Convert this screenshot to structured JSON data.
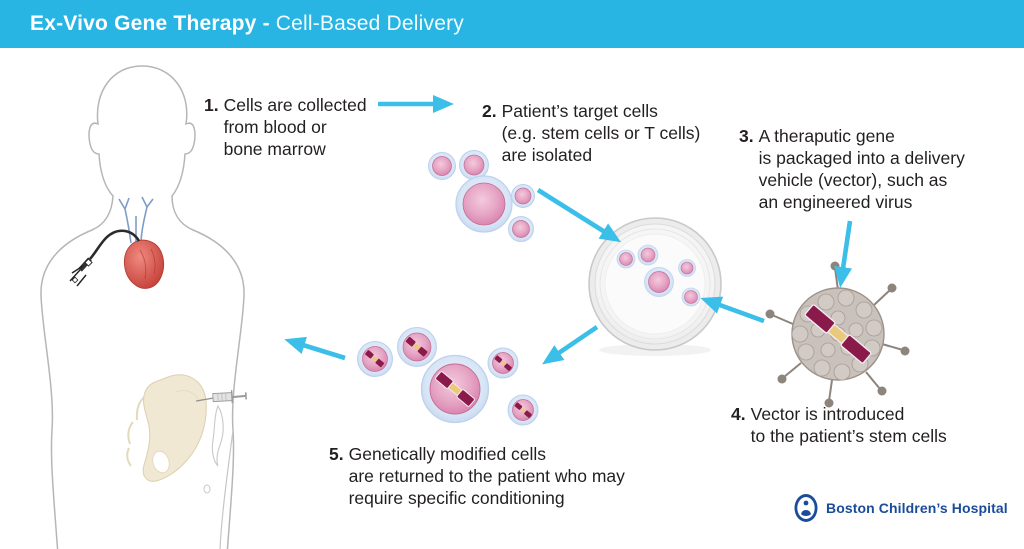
{
  "header": {
    "title_bold": "Ex-Vivo Gene Therapy -",
    "title_light": "Cell-Based Delivery"
  },
  "steps": [
    {
      "number": "1.",
      "text": "Cells are collected\nfrom blood or\nbone marrow"
    },
    {
      "number": "2.",
      "text": "Patient’s target cells\n(e.g. stem cells or T cells)\nare isolated"
    },
    {
      "number": "3.",
      "text": "A theraputic gene\nis packaged into a delivery\nvehicle (vector), such as\nan engineered virus"
    },
    {
      "number": "4.",
      "text": "Vector is introduced\nto the patient’s stem cells"
    },
    {
      "number": "5.",
      "text": "Genetically modified cells\nare returned to the patient who may\nrequire specific conditioning"
    }
  ],
  "footer": {
    "logo_text": "Boston Children’s Hospital"
  },
  "colors": {
    "header_bg": "#29b5e3",
    "arrow": "#3bbfe9",
    "logo_blue": "#1b4c9c",
    "gene_maroon": "#8a1a4a",
    "gene_gold": "#e9c97c",
    "cell_pink": "#e39fc1",
    "cell_halo": "#d9e6f6"
  },
  "icons": {
    "body": "human-body-silhouette",
    "heart": "heart-with-catheter-icon",
    "bone": "hip-bone-with-syringe-icon",
    "cells_plain": "stem-cell-cluster-icon",
    "dish": "petri-dish-icon",
    "virus": "engineered-virus-vector-icon",
    "cells_modified": "modified-cell-cluster-icon",
    "logo": "hospital-logo-emblem-icon"
  }
}
